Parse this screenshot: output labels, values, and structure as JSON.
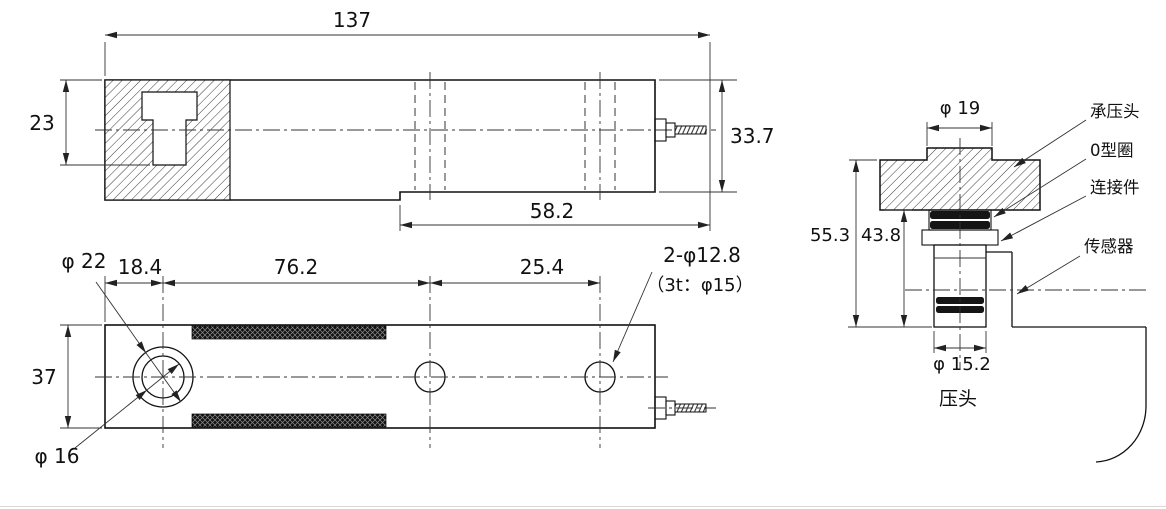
{
  "side_view": {
    "dim_length": "137",
    "dim_bore_depth": "23",
    "dim_height": "33.7",
    "dim_step": "58.2"
  },
  "plan_view": {
    "dim_counterbore": "φ 22",
    "dim_hole_offset": "18.4",
    "dim_span_a": "76.2",
    "dim_span_b": "25.4",
    "dim_holes": "2-φ12.8",
    "dim_holes_note": "（3t：φ15）",
    "dim_width": "37",
    "dim_through_hole": "φ 16"
  },
  "detail_view": {
    "dim_top_dia": "φ 19",
    "dim_height_total": "55.3",
    "dim_height_insert": "43.8",
    "dim_bottom_dia": "φ 15.2",
    "label_bearing_cap": "承压头",
    "label_o_ring": "0型圈",
    "label_connector": "连接件",
    "label_sensor": "传感器",
    "caption": "压头"
  }
}
